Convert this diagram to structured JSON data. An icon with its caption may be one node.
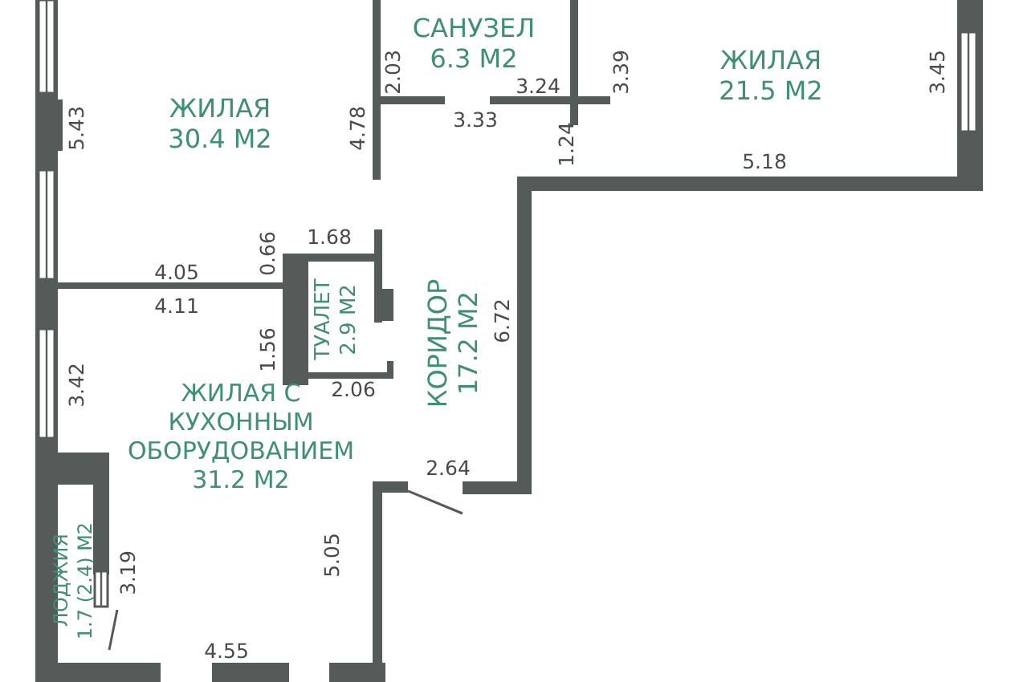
{
  "diagram": {
    "nodes": [
      {
        "text": [
          "ЖИЛАЯ",
          "30.4 М2"
        ]
      },
      {
        "text": [
          "САНУЗЕЛ",
          "6.3 М2"
        ]
      },
      {
        "text": [
          "ЖИЛАЯ",
          "21.5 М2"
        ]
      },
      {
        "text": [
          "ТУАЛЕТ",
          "2.9 М2"
        ]
      },
      {
        "text": [
          "КОРИДОР",
          "17.2 М2"
        ]
      },
      {
        "text": [
          "ЖИЛАЯ С КУХОННЫМ ОБОРУДОВАНИЕМ",
          "31.2 М2"
        ]
      },
      {
        "text": [
          "ЛОДЖИЯ",
          "1.7 (2.4) М2"
        ]
      }
    ],
    "labels": [
      "4.78",
      "2.03",
      "3.24",
      "3.39",
      "3.45",
      "5.43",
      "3.33",
      "1.24",
      "5.18",
      "1.68",
      "0.66",
      "4.05",
      "4.11",
      "6.72",
      "1.56",
      "2.06",
      "3.42",
      "2.64",
      "5.05",
      "3.19",
      "4.55"
    ]
  }
}
